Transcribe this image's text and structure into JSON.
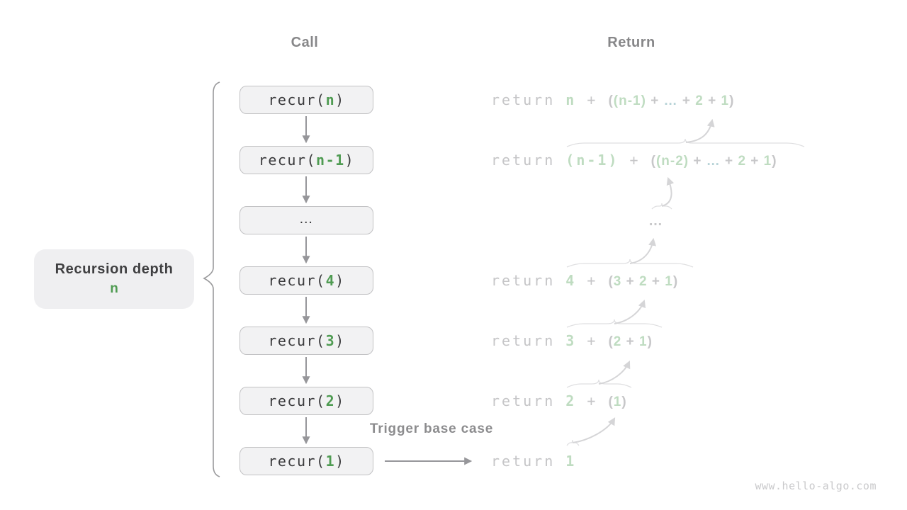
{
  "headers": {
    "call": "Call",
    "return": "Return"
  },
  "labels": {
    "depth_title": "Recursion depth",
    "depth_value": "n",
    "trigger": "Trigger base case",
    "watermark": "www.hello-algo.com"
  },
  "colors": {
    "accent_green": "#4f9b52",
    "faded_green": "#bfdcc1",
    "faded_gray": "#c5c5c7",
    "faded_teal": "#b7d3d7",
    "arrow_gray": "#96969a",
    "box_bg": "#f2f2f3"
  },
  "call_column": {
    "boxes": [
      {
        "segments": [
          {
            "t": "recur(",
            "k": "c"
          },
          {
            "t": "n",
            "k": "a"
          },
          {
            "t": ")",
            "k": "c"
          }
        ]
      },
      {
        "segments": [
          {
            "t": "recur(",
            "k": "c"
          },
          {
            "t": "n-1",
            "k": "a"
          },
          {
            "t": ")",
            "k": "c"
          }
        ]
      },
      {
        "segments": [
          {
            "t": "…",
            "k": "cd"
          }
        ]
      },
      {
        "segments": [
          {
            "t": "recur(",
            "k": "c"
          },
          {
            "t": "4",
            "k": "a"
          },
          {
            "t": ")",
            "k": "c"
          }
        ]
      },
      {
        "segments": [
          {
            "t": "recur(",
            "k": "c"
          },
          {
            "t": "3",
            "k": "a"
          },
          {
            "t": ")",
            "k": "c"
          }
        ]
      },
      {
        "segments": [
          {
            "t": "recur(",
            "k": "c"
          },
          {
            "t": "2",
            "k": "a"
          },
          {
            "t": ")",
            "k": "c"
          }
        ]
      },
      {
        "segments": [
          {
            "t": "recur(",
            "k": "c"
          },
          {
            "t": "1",
            "k": "a"
          },
          {
            "t": ")",
            "k": "c"
          }
        ]
      }
    ]
  },
  "return_column": {
    "rows": [
      {
        "segments": [
          {
            "t": "return ",
            "k": "kw"
          },
          {
            "t": "n",
            "k": "gv"
          },
          {
            "t": " + ",
            "k": "kw"
          },
          {
            "t": "(",
            "k": "bg"
          },
          {
            "t": "(n-1)",
            "k": "bn"
          },
          {
            "t": " + ",
            "k": "bg"
          },
          {
            "t": "…",
            "k": "bd"
          },
          {
            "t": " + ",
            "k": "bg"
          },
          {
            "t": "2",
            "k": "bn"
          },
          {
            "t": " + ",
            "k": "bg"
          },
          {
            "t": "1",
            "k": "bn"
          },
          {
            "t": ")",
            "k": "bg"
          }
        ]
      },
      {
        "segments": [
          {
            "t": "return ",
            "k": "kw"
          },
          {
            "t": "(n-1)",
            "k": "gv"
          },
          {
            "t": " + ",
            "k": "kw"
          },
          {
            "t": "(",
            "k": "bg"
          },
          {
            "t": "(n-2)",
            "k": "bn"
          },
          {
            "t": " + ",
            "k": "bg"
          },
          {
            "t": "…",
            "k": "bd"
          },
          {
            "t": " + ",
            "k": "bg"
          },
          {
            "t": "2",
            "k": "bn"
          },
          {
            "t": " + ",
            "k": "bg"
          },
          {
            "t": "1",
            "k": "bn"
          },
          {
            "t": ")",
            "k": "bg"
          }
        ]
      },
      {
        "segments": [
          {
            "t": "…",
            "k": "ld"
          }
        ]
      },
      {
        "segments": [
          {
            "t": "return ",
            "k": "kw"
          },
          {
            "t": "4",
            "k": "gv"
          },
          {
            "t": " + ",
            "k": "kw"
          },
          {
            "t": "(",
            "k": "bg"
          },
          {
            "t": "3",
            "k": "bn"
          },
          {
            "t": " + ",
            "k": "bg"
          },
          {
            "t": "2",
            "k": "bn"
          },
          {
            "t": " + ",
            "k": "bg"
          },
          {
            "t": "1",
            "k": "bn"
          },
          {
            "t": ")",
            "k": "bg"
          }
        ]
      },
      {
        "segments": [
          {
            "t": "return ",
            "k": "kw"
          },
          {
            "t": "3",
            "k": "gv"
          },
          {
            "t": " + ",
            "k": "kw"
          },
          {
            "t": "(",
            "k": "bg"
          },
          {
            "t": "2",
            "k": "bn"
          },
          {
            "t": " + ",
            "k": "bg"
          },
          {
            "t": "1",
            "k": "bn"
          },
          {
            "t": ")",
            "k": "bg"
          }
        ]
      },
      {
        "segments": [
          {
            "t": "return ",
            "k": "kw"
          },
          {
            "t": "2",
            "k": "gv"
          },
          {
            "t": " + ",
            "k": "kw"
          },
          {
            "t": "(",
            "k": "bg"
          },
          {
            "t": "1",
            "k": "bn"
          },
          {
            "t": ")",
            "k": "bg"
          }
        ]
      },
      {
        "segments": [
          {
            "t": "return ",
            "k": "kw"
          },
          {
            "t": "1",
            "k": "gv"
          }
        ]
      }
    ]
  }
}
